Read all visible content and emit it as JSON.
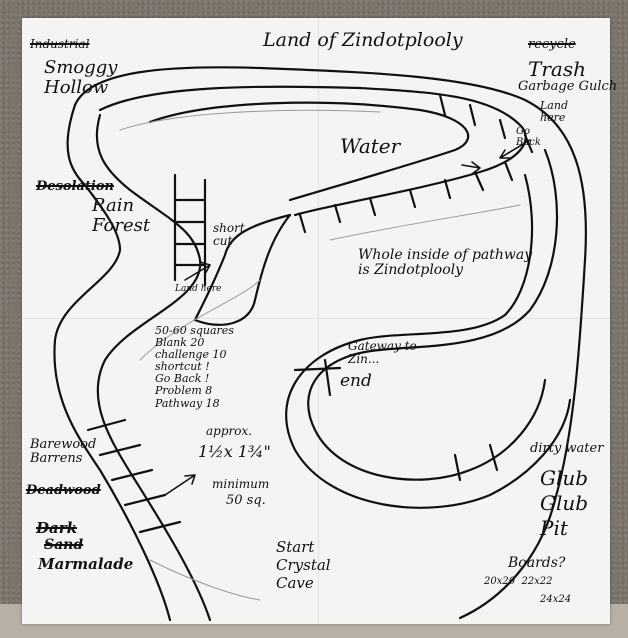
{
  "map": {
    "title": "Land of Zindotplooly",
    "labels": {
      "smoggy_hollow": "Smoggy\nHollow",
      "smoggy_strike": "Industrial",
      "forest_strike": "Desolation",
      "forest_main": "Rain\nForest",
      "recycle": "recycle",
      "trash": "Trash",
      "garbage_gulch": "Garbage Gulch",
      "land_here_right": "Land\nhere",
      "go_back": "Go\nBack",
      "water": "Water",
      "short_cut": "short\ncut",
      "land_here_left": "Land here",
      "whole_inside": "Whole inside of pathway\nis Zindotplooly",
      "squares_note": "50-60 squares\nBlank 20\nchallenge 10\nshortcut !\nGo Back !\nProblem 8\nPathway 18",
      "gateway": "Gateway to\nZin...",
      "end": "end",
      "approx": "approx.",
      "size_dims": "1½x 1¾\"",
      "minimum": "minimum",
      "min_squares": "50 sq.",
      "barrens_a": "Barewood\nBarrens",
      "barrens_b": "Deadwood",
      "scribble_a": "Dark",
      "scribble_b": "Sand",
      "scribble_c": "Marmalade",
      "dirty_water": "dirty water",
      "glub": "Glub\nGlub\nPit",
      "start": "Start\nCrystal\nCave",
      "boards": "Boards?",
      "board_sizes": "20x20  22x22",
      "board_size_last": "24x24"
    }
  },
  "colors": {
    "paper": "#f4f4f2",
    "ink": "#111111",
    "pencil": "#9a9a9a",
    "carpet": "#7d766d"
  }
}
